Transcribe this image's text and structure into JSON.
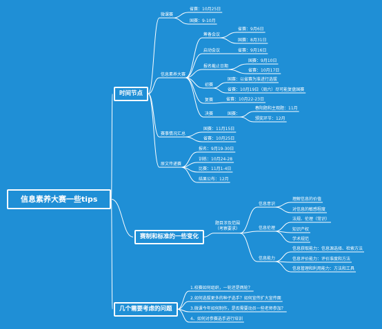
{
  "diagram_data": {
    "root": "信息素养大赛一些tips",
    "branches": {
      "timeline": "时间节点",
      "rules": "赛制和标准的一些变化",
      "questions": "几个需要考虑的问题"
    },
    "timeline": {
      "micro_course": {
        "label": "微课赛",
        "provincial": "省赛：10月25日",
        "national": "国赛：9-10月"
      },
      "literacy_contest": {
        "label": "信息素养大赛",
        "prep_meeting": {
          "label": "筹备会议",
          "provincial": "省赛：9月6日",
          "national": "国赛：8月31日"
        },
        "kickoff": {
          "label": "启动会议",
          "provincial": "省赛：9月16日"
        },
        "registration_deadline": {
          "label": "报名截止日期",
          "national": "国赛：9月10日",
          "provincial": "省赛：10月17日"
        },
        "preliminary": {
          "label": "初赛",
          "national": "国赛：以省赛为准进行选拔",
          "provincial": "省赛：10月19日（周六）尽可能复盘国赛"
        },
        "semifinal": {
          "label": "复赛",
          "provincial": "省赛：10月22-23日"
        },
        "final": {
          "label": "决赛",
          "national_label": "国赛：",
          "topics": "春阳题和主观题：11月",
          "awards": "颁奖环节：12月"
        }
      },
      "summary": {
        "label": "赛事情况汇总",
        "national": "国赛：11月15日",
        "provincial": "省赛：10月25日"
      },
      "essay": {
        "label": "原文传递赛",
        "registration": "报名：9月19-30日",
        "training": "训练：10月24-28",
        "competition": "比赛：11月1-4日",
        "result": "结果公布：12月"
      }
    },
    "rules": {
      "scope": "题目涉及范围\n（考察要求）",
      "awareness": {
        "label": "信息意识",
        "items": [
          "理解信息的价值",
          "对信息的敏感程度"
        ]
      },
      "ethics": {
        "label": "信息伦理",
        "items": [
          "法规、伦理（常识）",
          "知识产权",
          "学术规范"
        ]
      },
      "ability": {
        "label": "信息能力",
        "items": [
          "信息获取能力：信息源选择、检索方法",
          "信息评价能力：评价准度和方法",
          "信息管理和利用能力：方法和工具"
        ]
      }
    },
    "questions": [
      "1.校赛如何组织，一轮还是两轮？",
      "2.如何选拔更多的种子选手？如何宣传扩大宣传面",
      "3.微课今年如何制作，是否需要动员一些老师参加？",
      "4、如何对参赛选手进行培训"
    ]
  }
}
